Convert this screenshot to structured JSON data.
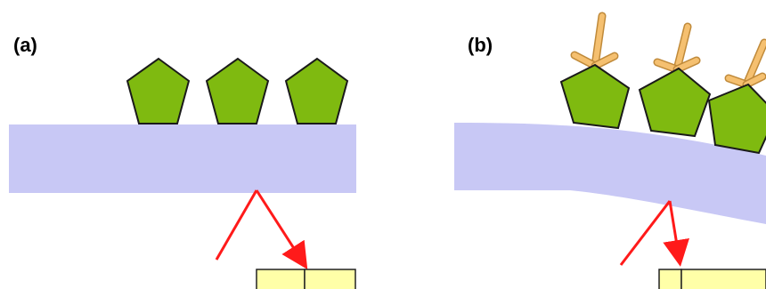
{
  "panels": [
    {
      "label": "(a)"
    },
    {
      "label": "(b)"
    }
  ],
  "colors": {
    "background": "#ffffff",
    "slab": "#c8c8f5",
    "pentagon_fill": "#7fba10",
    "pentagon_stroke": "#1a1a1a",
    "antibody": "#f5c070",
    "antibody_stroke": "#c08a3a",
    "light_ray": "#ff1a1a",
    "detector_fill": "#ffffa8",
    "detector_stroke": "#222222"
  },
  "icons": {
    "adsorbed_molecule": "green-pentagon-icon",
    "bound_antibody": "y-shaped-antibody-icon",
    "sensor_slab": "lavender-slab",
    "reflected_beam": "red-arrow",
    "photodetector": "split-yellow-detector"
  }
}
